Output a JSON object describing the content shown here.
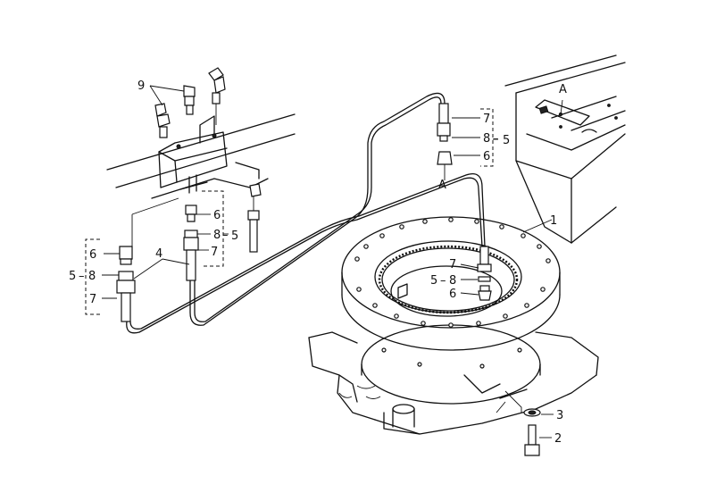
{
  "callouts": {
    "n1": "1",
    "n2": "2",
    "n3": "3",
    "n4": "4",
    "n5": "5",
    "n6": "6",
    "n7": "7",
    "n8": "8",
    "n9": "9",
    "dash": "–",
    "A": "A"
  }
}
